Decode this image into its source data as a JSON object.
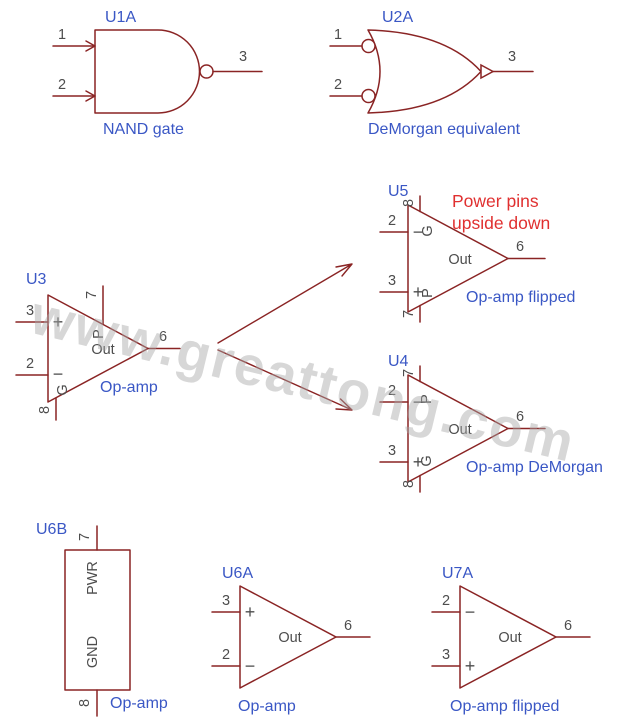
{
  "colors": {
    "outline": "#8a2424",
    "label": "#3a57c5",
    "pin": "#4d4d4d",
    "warning": "#e03030",
    "watermark": "#a8a8a8",
    "background": "#ffffff"
  },
  "watermark": {
    "text": "www.greattong.com"
  },
  "u1a": {
    "ref": "U1A",
    "caption": "NAND gate",
    "pin_in1": "1",
    "pin_in2": "2",
    "pin_out": "3"
  },
  "u2a": {
    "ref": "U2A",
    "caption": "DeMorgan equivalent",
    "pin_in1": "1",
    "pin_in2": "2",
    "pin_out": "3"
  },
  "u3": {
    "ref": "U3",
    "caption": "Op-amp",
    "pin_noninv": "3",
    "pin_inv": "2",
    "pin_out": "6",
    "pin_top": "7",
    "pin_bottom": "8",
    "plus": "+",
    "minus": "−",
    "out_label": "Out",
    "top_pin_name": "P",
    "bottom_pin_name": "G"
  },
  "u5": {
    "ref": "U5",
    "caption": "Op-amp flipped",
    "pin_inv": "2",
    "pin_noninv": "3",
    "pin_out": "6",
    "pin_top": "8",
    "pin_bottom": "7",
    "plus": "+",
    "minus": "−",
    "out_label": "Out",
    "top_pin_name": "G",
    "bottom_pin_name": "P"
  },
  "u4": {
    "ref": "U4",
    "caption": "Op-amp DeMorgan",
    "pin_inv": "2",
    "pin_noninv": "3",
    "pin_out": "6",
    "pin_top": "7",
    "pin_bottom": "8",
    "plus": "+",
    "minus": "−",
    "out_label": "Out",
    "top_pin_name": "P",
    "bottom_pin_name": "G"
  },
  "warning": {
    "line1": "Power pins",
    "line2": "upside down"
  },
  "u6b": {
    "ref": "U6B",
    "caption": "Op-amp",
    "pin_top": "7",
    "pin_bottom": "8",
    "top_label": "PWR",
    "bottom_label": "GND"
  },
  "u6a": {
    "ref": "U6A",
    "caption": "Op-amp",
    "pin_noninv": "3",
    "pin_inv": "2",
    "pin_out": "6",
    "plus": "+",
    "minus": "−",
    "out_label": "Out"
  },
  "u7a": {
    "ref": "U7A",
    "caption": "Op-amp flipped",
    "pin_inv": "2",
    "pin_noninv": "3",
    "pin_out": "6",
    "plus": "+",
    "minus": "−",
    "out_label": "Out"
  }
}
